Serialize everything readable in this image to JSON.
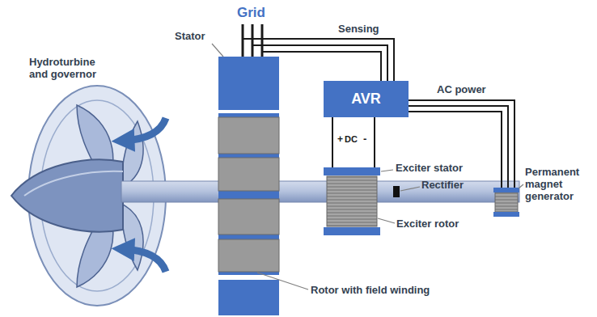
{
  "diagram": {
    "nodes": [
      {
        "text": [
          "AVR"
        ]
      }
    ],
    "labels": [
      "Grid",
      "Hydroturbine and governor",
      "Stator",
      "Sensing",
      "+",
      "DC",
      "-",
      "AC power",
      "Exciter stator",
      "Rectifier",
      "Exciter rotor",
      "Permanent magnet generator",
      "Rotor with field winding"
    ]
  }
}
